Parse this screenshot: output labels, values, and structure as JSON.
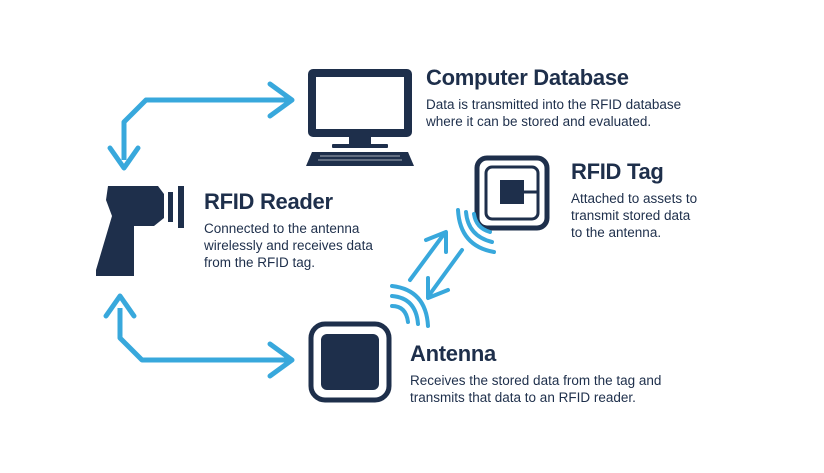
{
  "colors": {
    "navy": "#1e2f4b",
    "arrow": "#38a8dc",
    "background": "#ffffff"
  },
  "icons": {
    "computer": "monitor-keyboard-icon",
    "reader": "barcode-scanner-icon",
    "tag": "rfid-tag-icon",
    "antenna": "antenna-icon",
    "signals": "wireless-waves-icon"
  },
  "nodes": {
    "computer": {
      "title": "Computer Database",
      "lines": [
        "Data is transmitted into the RFID database",
        "where it can be stored and evaluated."
      ]
    },
    "reader": {
      "title": "RFID Reader",
      "lines": [
        "Connected to the antenna",
        "wirelessly and receives data",
        "from the RFID tag."
      ]
    },
    "tag": {
      "title": "RFID Tag",
      "lines": [
        "Attached to assets to",
        "transmit stored data",
        "to the antenna."
      ]
    },
    "antenna": {
      "title": "Antenna",
      "lines": [
        "Receives the stored data from the tag and",
        "transmits that data to an RFID reader."
      ]
    }
  }
}
